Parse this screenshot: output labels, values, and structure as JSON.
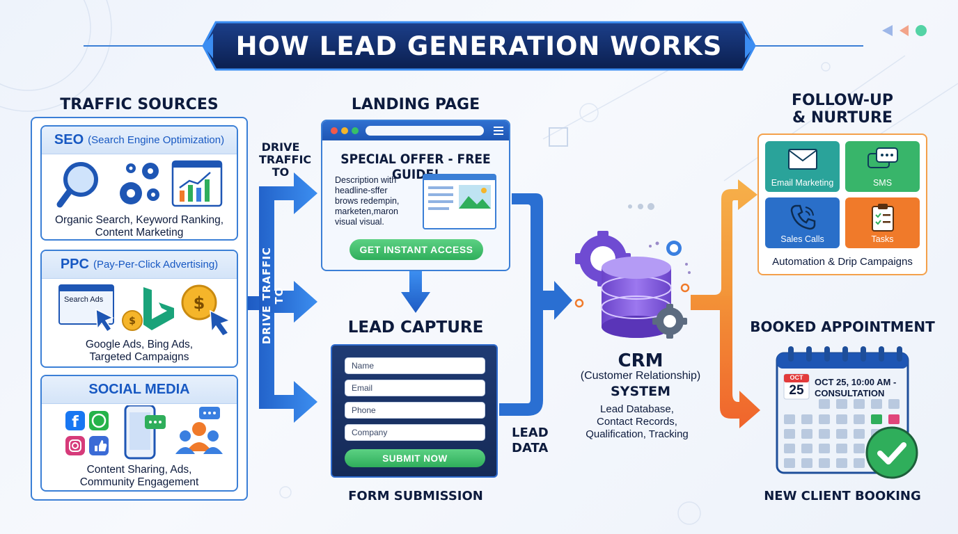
{
  "title": "HOW LEAD GENERATION WORKS",
  "traffic": {
    "title": "TRAFFIC SOURCES",
    "seo": {
      "abbr": "SEO",
      "full": "(Search Engine Optimization)",
      "desc_line1": "Organic Search, Keyword Ranking,",
      "desc_line2": "Content Marketing"
    },
    "ppc": {
      "abbr": "PPC",
      "full": "(Pay-Per-Click Advertising)",
      "search_ads": "Search Ads",
      "desc_line1": "Google Ads, Bing Ads,",
      "desc_line2": "Targeted Campaigns"
    },
    "social": {
      "title": "SOCIAL MEDIA",
      "desc_line1": "Content Sharing, Ads,",
      "desc_line2": "Community Engagement"
    }
  },
  "arrows": {
    "drive_line1": "DRIVE",
    "drive_line2": "TRAFFIC",
    "drive_line3": "TO",
    "drive_vertical": "DRIVE TRAFFIC TO",
    "lead_data_line1": "LEAD",
    "lead_data_line2": "DATA"
  },
  "landing": {
    "title": "LANDING PAGE",
    "headline": "SPECIAL OFFER - FREE GUIDE!",
    "desc_line1": "Description with",
    "desc_line2": "headline-sffer",
    "desc_line3": "brows redempin,",
    "desc_line4": "marketen,maron",
    "desc_line5": "visual visual.",
    "cta": "GET INSTANT ACCESS"
  },
  "capture": {
    "title": "LEAD CAPTURE",
    "fields": [
      "Name",
      "Email",
      "Phone",
      "Company"
    ],
    "submit": "SUBMIT NOW",
    "caption": "FORM SUBMISSION"
  },
  "crm": {
    "title": "CRM",
    "subtitle": "(Customer Relationship)",
    "system": "SYSTEM",
    "desc_line1": "Lead Database,",
    "desc_line2": "Contact Records,",
    "desc_line3": "Qualification, Tracking"
  },
  "follow": {
    "title_line1": "FOLLOW-UP",
    "title_line2": "& NURTURE",
    "tiles": [
      {
        "label": "Email Marketing",
        "color": "#2aa39a",
        "icon": "envelope-icon"
      },
      {
        "label": "SMS",
        "color": "#38b56a",
        "icon": "chat-icon"
      },
      {
        "label": "Sales Calls",
        "color": "#2a6fc9",
        "icon": "phone-icon"
      },
      {
        "label": "Tasks",
        "color": "#f07a2a",
        "icon": "clipboard-icon"
      }
    ],
    "caption": "Automation & Drip Campaigns"
  },
  "booking": {
    "title": "BOOKED APPOINTMENT",
    "month": "OCT",
    "day": "25",
    "event_line1": "OCT 25, 10:00 AM -",
    "event_line2": "CONSULTATION",
    "caption": "NEW CLIENT BOOKING"
  },
  "colors": {
    "navy": "#0d1b3d",
    "blue": "#2f6fd0",
    "green": "#2fae5b",
    "orange": "#f28a2e"
  }
}
